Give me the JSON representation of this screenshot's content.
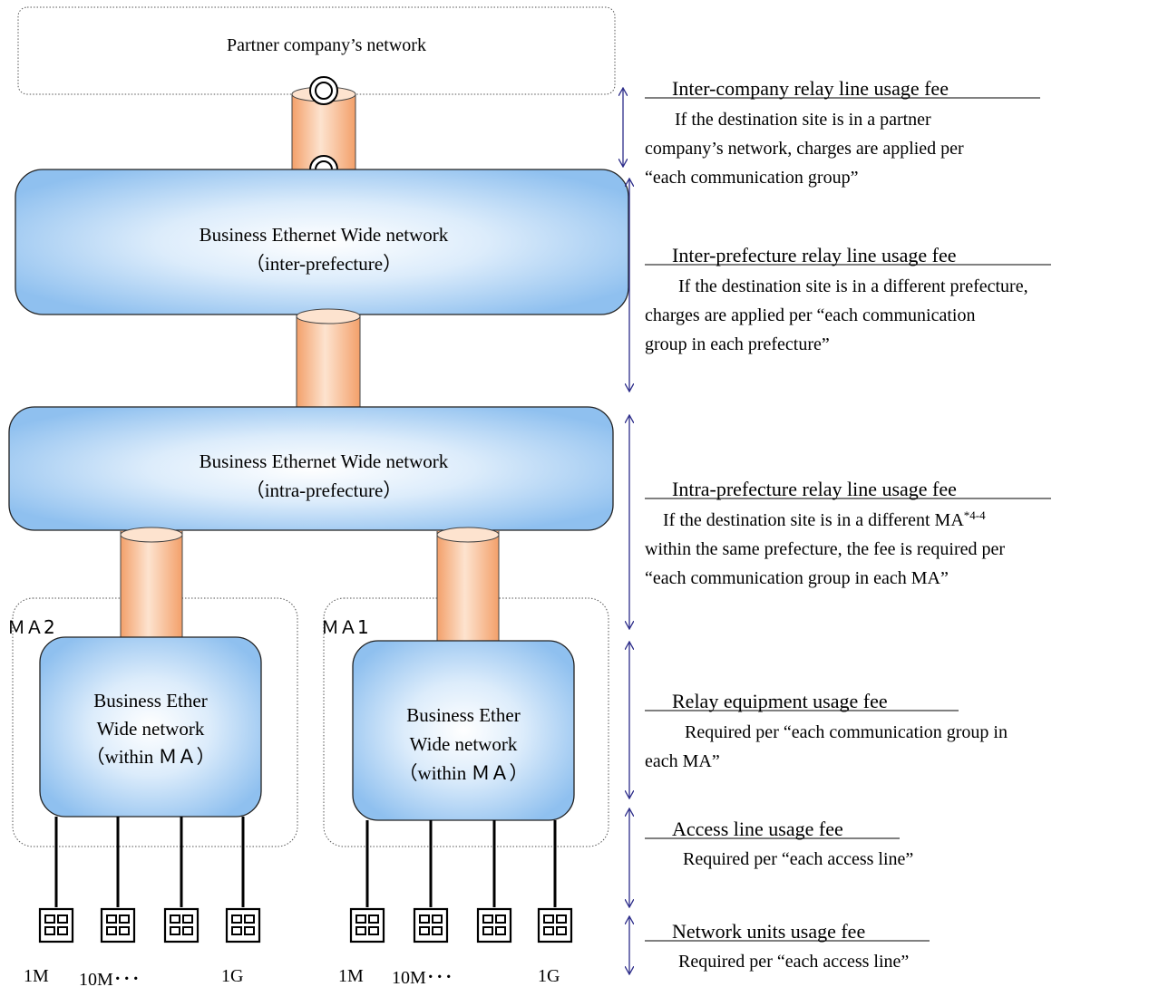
{
  "partner_network": {
    "label": "Partner company’s network"
  },
  "networks": {
    "inter": {
      "line1": "Business Ethernet Wide network",
      "line2": "（inter-prefecture）"
    },
    "intra": {
      "line1": "Business Ethernet Wide network",
      "line2": "（intra-prefecture）"
    },
    "ma2_net": {
      "line1": "Business Ether",
      "line2": "Wide network",
      "line3": "（within ＭＡ）"
    },
    "ma1_net": {
      "line1": "Business Ether",
      "line2": "Wide network",
      "line3": "（within ＭＡ）"
    }
  },
  "areas": {
    "ma2": "ＭＡ2",
    "ma1": "ＭＡ1"
  },
  "speeds": {
    "s1": "1M",
    "s10": "10M･･･",
    "s1g": "1G"
  },
  "fees": {
    "inter_company": {
      "title": "Inter-company relay line usage fee",
      "line1": "If the destination site is in a partner",
      "line2": "company’s network, charges are applied per",
      "line3": "“each communication group”"
    },
    "inter_prefecture": {
      "title": "Inter-prefecture relay line usage fee",
      "line1": "If the destination site is in a different prefecture,",
      "line2": "charges are applied per “each communication",
      "line3": "group in each prefecture”"
    },
    "intra_prefecture": {
      "title": "Intra-prefecture relay line usage fee",
      "line1": "If the destination site is in a different MA",
      "footnote": "*4-4",
      "line2": "within the same prefecture, the fee is required per",
      "line3": "“each communication group in each MA”"
    },
    "relay_equipment": {
      "title": "Relay equipment usage fee",
      "line1": "Required per “each communication group in",
      "line2": "each MA”"
    },
    "access_line": {
      "title": "Access line usage fee",
      "line1": "Required per “each access line”"
    },
    "network_units": {
      "title": "Network units usage fee",
      "line1": "Required per “each access line”"
    }
  },
  "colors": {
    "cloud_center": "#ffffff",
    "cloud_edge": "#93c3ef",
    "pipe": "#f8bf92",
    "arrow": "#2d2d8a"
  },
  "icons": [
    "relay-node-icon",
    "network-unit-icon"
  ]
}
